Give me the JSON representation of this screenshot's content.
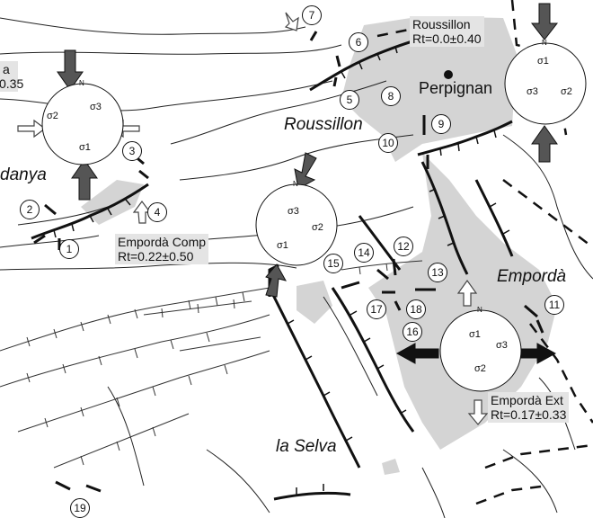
{
  "regions": {
    "roussillon": "Roussillon",
    "emporda": "Empordà",
    "la_selva": "la Selva",
    "cerdanya_partial": "danya"
  },
  "city": {
    "perpignan": "Perpignan"
  },
  "boxes": {
    "roussillon": {
      "title": "Roussillon",
      "rt": "Rt=0.0±0.40"
    },
    "emporda_comp": {
      "title": "Empordà Comp",
      "rt": "Rt=0.22±0.50"
    },
    "emporda_ext": {
      "title": "Empordà Ext",
      "rt": "Rt=0.17±0.33"
    },
    "cerdanya_partial": {
      "title": "a",
      "rt": "0.35"
    }
  },
  "stations": [
    "1",
    "2",
    "3",
    "4",
    "5",
    "6",
    "7",
    "8",
    "9",
    "10",
    "11",
    "12",
    "13",
    "14",
    "15",
    "16",
    "17",
    "18",
    "19"
  ],
  "stereonets": {
    "net1": {
      "north": "N",
      "s1": "σ1",
      "s2": "σ2",
      "s3": "σ3"
    },
    "net2": {
      "north": "N",
      "s1": "σ1",
      "s2": "σ2",
      "s3": "σ3"
    },
    "net3": {
      "north": "N",
      "s1": "σ1",
      "s2": "σ2",
      "s3": "σ3"
    },
    "net4": {
      "north": "N",
      "s1": "σ1",
      "s2": "σ2",
      "s3": "σ3"
    }
  },
  "colors": {
    "shade": "#cfcfcf",
    "faults": "#111111",
    "arrow_dark": "#555555",
    "box_bg": "#e4e4e4"
  }
}
